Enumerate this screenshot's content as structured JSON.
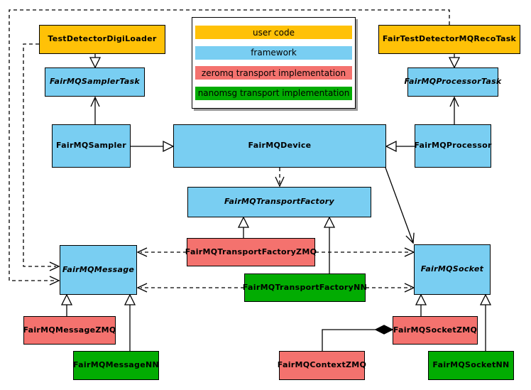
{
  "colors": {
    "user_code": "#FFC107",
    "framework": "#79CEF2",
    "zeromq": "#F4726E",
    "nanomsg": "#02AC02"
  },
  "legend": {
    "items": [
      {
        "label": "user code",
        "color_key": "user_code"
      },
      {
        "label": "framework",
        "color_key": "framework"
      },
      {
        "label": "zeromq transport implementation",
        "color_key": "zeromq"
      },
      {
        "label": "nanomsg transport implementation",
        "color_key": "nanomsg"
      }
    ]
  },
  "nodes": {
    "digi_loader": {
      "label": "TestDetectorDigiLoader",
      "layer": "user code",
      "abstract": false
    },
    "reco_task": {
      "label": "FairTestDetectorMQRecoTask",
      "layer": "user code",
      "abstract": false
    },
    "sampler_task": {
      "label": "FairMQSamplerTask",
      "layer": "framework",
      "abstract": true
    },
    "processor_task": {
      "label": "FairMQProcessorTask",
      "layer": "framework",
      "abstract": true
    },
    "sampler": {
      "label": "FairMQSampler",
      "layer": "framework",
      "abstract": false
    },
    "device": {
      "label": "FairMQDevice",
      "layer": "framework",
      "abstract": false
    },
    "processor": {
      "label": "FairMQProcessor",
      "layer": "framework",
      "abstract": false
    },
    "transport_factory": {
      "label": "FairMQTransportFactory",
      "layer": "framework",
      "abstract": true
    },
    "factory_zmq": {
      "label": "FairMQTransportFactoryZMQ",
      "layer": "zeromq",
      "abstract": false
    },
    "factory_nn": {
      "label": "FairMQTransportFactoryNN",
      "layer": "nanomsg",
      "abstract": false
    },
    "message": {
      "label": "FairMQMessage",
      "layer": "framework",
      "abstract": true
    },
    "socket": {
      "label": "FairMQSocket",
      "layer": "framework",
      "abstract": true
    },
    "message_zmq": {
      "label": "FairMQMessageZMQ",
      "layer": "zeromq",
      "abstract": false
    },
    "message_nn": {
      "label": "FairMQMessageNN",
      "layer": "nanomsg",
      "abstract": false
    },
    "socket_zmq": {
      "label": "FairMQSocketZMQ",
      "layer": "zeromq",
      "abstract": false
    },
    "socket_nn": {
      "label": "FairMQSocketNN",
      "layer": "nanomsg",
      "abstract": false
    },
    "context_zmq": {
      "label": "FairMQContextZMQ",
      "layer": "zeromq",
      "abstract": false
    }
  },
  "edges": [
    {
      "from": "TestDetectorDigiLoader",
      "to": "FairMQSamplerTask",
      "type": "inheritance"
    },
    {
      "from": "FairTestDetectorMQRecoTask",
      "to": "FairMQProcessorTask",
      "type": "inheritance"
    },
    {
      "from": "FairMQSampler",
      "to": "FairMQSamplerTask",
      "type": "association"
    },
    {
      "from": "FairMQProcessor",
      "to": "FairMQProcessorTask",
      "type": "association"
    },
    {
      "from": "FairMQSampler",
      "to": "FairMQDevice",
      "type": "inheritance"
    },
    {
      "from": "FairMQProcessor",
      "to": "FairMQDevice",
      "type": "inheritance"
    },
    {
      "from": "FairMQDevice",
      "to": "FairMQTransportFactory",
      "type": "dependency"
    },
    {
      "from": "FairMQDevice",
      "to": "FairMQSocket",
      "type": "association"
    },
    {
      "from": "FairMQTransportFactoryZMQ",
      "to": "FairMQTransportFactory",
      "type": "inheritance"
    },
    {
      "from": "FairMQTransportFactoryNN",
      "to": "FairMQTransportFactory",
      "type": "inheritance"
    },
    {
      "from": "FairMQTransportFactoryZMQ",
      "to": "FairMQMessage",
      "type": "dependency"
    },
    {
      "from": "FairMQTransportFactoryZMQ",
      "to": "FairMQSocket",
      "type": "dependency"
    },
    {
      "from": "FairMQTransportFactoryNN",
      "to": "FairMQMessage",
      "type": "dependency"
    },
    {
      "from": "FairMQTransportFactoryNN",
      "to": "FairMQSocket",
      "type": "dependency"
    },
    {
      "from": "TestDetectorDigiLoader",
      "to": "FairMQMessage",
      "type": "dependency"
    },
    {
      "from": "FairTestDetectorMQRecoTask",
      "to": "FairMQMessage",
      "type": "dependency"
    },
    {
      "from": "FairMQMessageZMQ",
      "to": "FairMQMessage",
      "type": "inheritance"
    },
    {
      "from": "FairMQMessageNN",
      "to": "FairMQMessage",
      "type": "inheritance"
    },
    {
      "from": "FairMQSocketZMQ",
      "to": "FairMQSocket",
      "type": "inheritance"
    },
    {
      "from": "FairMQSocketNN",
      "to": "FairMQSocket",
      "type": "inheritance"
    },
    {
      "from": "FairMQSocketZMQ",
      "to": "FairMQContextZMQ",
      "type": "composition"
    }
  ]
}
